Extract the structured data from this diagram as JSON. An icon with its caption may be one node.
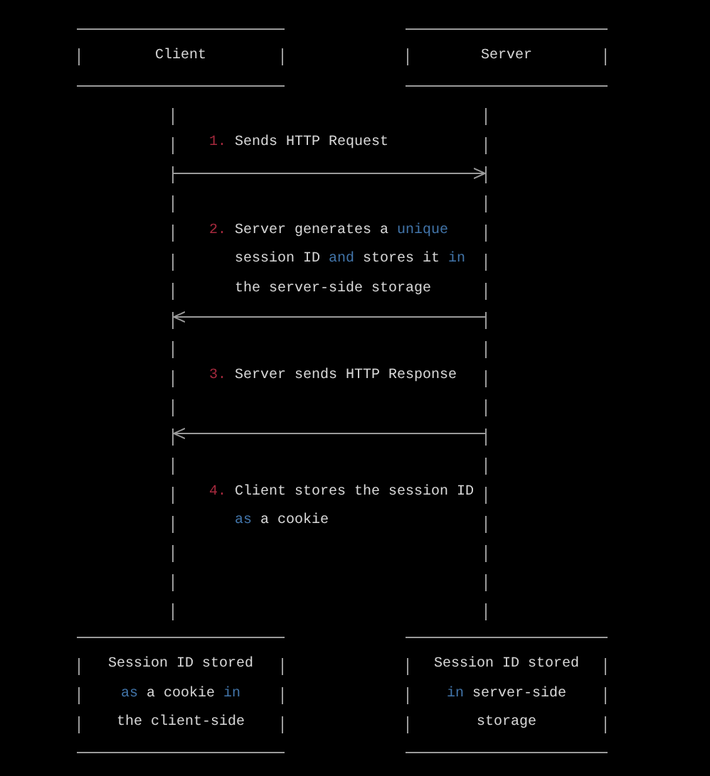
{
  "diagram": {
    "nodes": [
      {
        "text": [
          "Client"
        ]
      },
      {
        "text": [
          "Server"
        ]
      },
      {
        "text": [],
        "shape": "line"
      },
      {
        "text": [],
        "shape": "line"
      },
      {
        "text": [
          "Session ID stored *as* a cookie *in* the client-side"
        ]
      },
      {
        "text": [
          "Session ID stored *in* server-side storage"
        ]
      }
    ],
    "edges": [
      {
        "from": 2,
        "to": 3,
        "arrow": "to",
        "label": "**1.** Sends HTTP Request"
      },
      {
        "from": 3,
        "to": 2,
        "arrow": "to"
      },
      {
        "from": 3,
        "to": 2,
        "arrow": "to",
        "label": "**3.** Server sends HTTP Response"
      }
    ],
    "labels": [
      "**2.** Server generates a *unique* session ID *and* stores it *in* the server-side storage",
      "**4.** Client stores the session ID *as* a cookie"
    ]
  }
}
